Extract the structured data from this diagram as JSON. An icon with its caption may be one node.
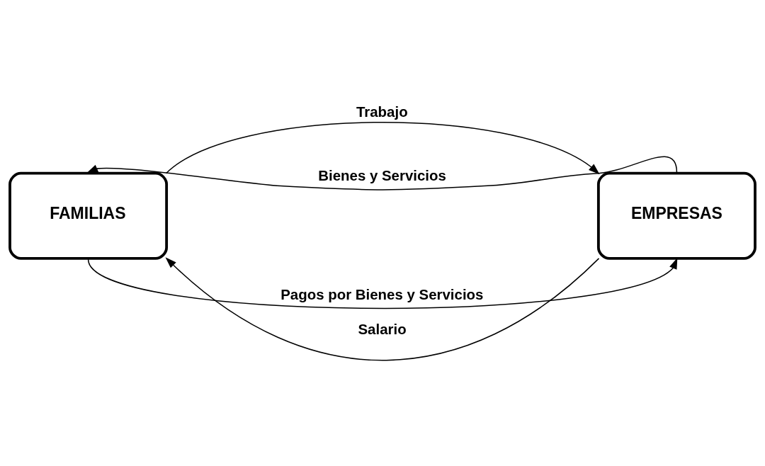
{
  "diagram": {
    "nodes": [
      {
        "text": [
          "FAMILIAS"
        ]
      },
      {
        "text": [
          "EMPRESAS"
        ]
      }
    ],
    "edges": [
      {
        "from": 1,
        "to": 0,
        "arrow": "to",
        "label": "Bienes y Servicios"
      },
      {
        "from": 0,
        "to": 1,
        "arrow": "to",
        "label": "Trabajo"
      },
      {
        "from": 1,
        "to": 0,
        "arrow": "to",
        "label": "Salario"
      },
      {
        "from": 0,
        "to": 1,
        "arrow": "to",
        "label": "Pagos por Bienes y Servicios"
      }
    ]
  }
}
